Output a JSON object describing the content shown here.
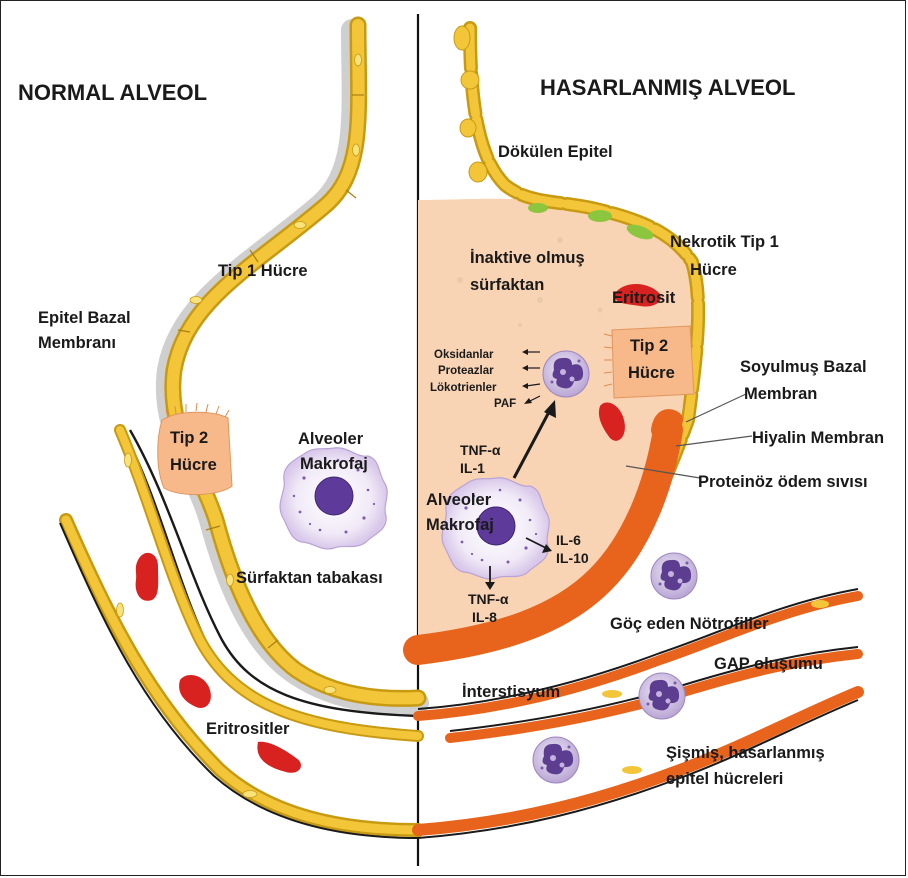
{
  "left_title": "NORMAL ALVEOL",
  "right_title": "HASARLANMIŞ ALVEOL",
  "left_labels": {
    "tip1": "Tip 1 Hücre",
    "basal_1": "Epitel Bazal",
    "basal_2": "Membranı",
    "tip2_1": "Tip 2",
    "tip2_2": "Hücre",
    "macro_1": "Alveoler",
    "macro_2": "Makrofaj",
    "surfactant_layer": "Sürfaktan tabakası",
    "erythrocytes": "Eritrositler"
  },
  "right_labels": {
    "shed_epithelium": "Dökülen Epitel",
    "inactive_1": "İnaktive olmuş",
    "inactive_2": "sürfaktan",
    "necrotic_1": "Nekrotik Tip 1",
    "necrotic_2": "Hücre",
    "erythrocyte": "Eritrosit",
    "tip2_1": "Tip 2",
    "tip2_2": "Hücre",
    "oxidants": "Oksidanlar",
    "proteases": "Proteazlar",
    "leukotrienes": "Lökotrienler",
    "paf": "PAF",
    "tnf_a": "TNF-α",
    "il1": "IL-1",
    "macro_1": "Alveoler",
    "macro_2": "Makrofaj",
    "il6": "IL-6",
    "il10": "IL-10",
    "tnf_a2": "TNF-α",
    "il8": "IL-8",
    "stripped_1": "Soyulmuş Bazal",
    "stripped_2": "Membran",
    "hyaline": "Hiyalin Membran",
    "edema": "Proteinöz ödem sıvısı",
    "migrating": "Göç eden Nötrofiller",
    "gap": "GAP oluşumu",
    "interstitium": "İnterstisyum",
    "swollen_1": "Şişmiş, hasarlanmış",
    "swollen_2": "epitel hücreleri"
  },
  "colors": {
    "epithelium_yellow": "#f2c12e",
    "epithelium_dark": "#c89a12",
    "surfactant_gray": "#cfcfcf",
    "edema_peach": "#f8d3b4",
    "hyaline_orange": "#e8641c",
    "rbc_red": "#d8221f",
    "cell_purple": "#6d4a9e",
    "necrotic_green": "#8cc63f"
  }
}
